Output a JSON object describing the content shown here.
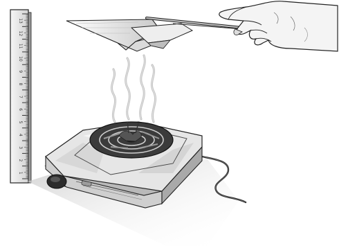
{
  "ruler": {
    "numbers": [
      "13",
      "12",
      "11",
      "10",
      "9",
      "8",
      "7",
      "6",
      "5",
      "4",
      "3",
      "2",
      "1"
    ]
  },
  "colors": {
    "ink": "#222222",
    "ruler_fill": "#e9e9e9",
    "stove_light": "#e4e4e4",
    "stove_mid": "#c9c9c9",
    "stove_dark": "#8a8a8a",
    "coil": "#3a3a3a",
    "shadow": "#d6d6d6",
    "paper": "#f2f2f2"
  }
}
